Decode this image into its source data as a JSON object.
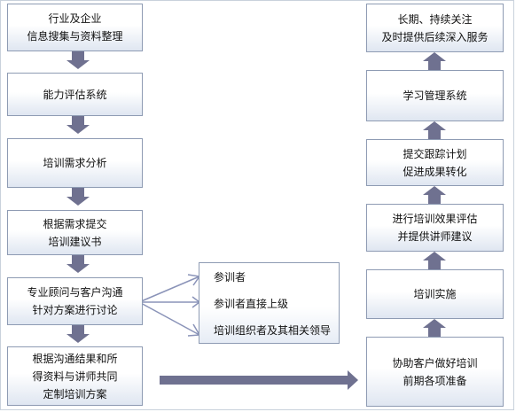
{
  "left_flow": [
    {
      "lines": [
        "行业及企业",
        "信息搜集与资料整理"
      ]
    },
    {
      "lines": [
        "能力评估系统"
      ]
    },
    {
      "lines": [
        "培训需求分析"
      ]
    },
    {
      "lines": [
        "根据需求提交",
        "培训建议书"
      ]
    },
    {
      "lines": [
        "专业顾问与客户沟通",
        "针对方案进行讨论"
      ]
    },
    {
      "lines": [
        "根据沟通结果和所",
        "得资料与讲师共同",
        "定制培训方案"
      ]
    }
  ],
  "participants": {
    "items": [
      "参训者",
      "参训者直接上级",
      "培训组织者及其相关领导"
    ]
  },
  "right_flow": [
    {
      "lines": [
        "长期、持续关注",
        "及时提供后续深入服务"
      ]
    },
    {
      "lines": [
        "学习管理系统"
      ]
    },
    {
      "lines": [
        "提交跟踪计划",
        "促进成果转化"
      ]
    },
    {
      "lines": [
        "进行培训效果评估",
        "并提供讲师建议"
      ]
    },
    {
      "lines": [
        "培训实施"
      ]
    },
    {
      "lines": [
        "协助客户做好培训",
        "前期各项准备"
      ]
    }
  ],
  "colors": {
    "box_border": "#8e9bb3",
    "arrow": "#6f7190",
    "connector": "#8a93b8"
  }
}
